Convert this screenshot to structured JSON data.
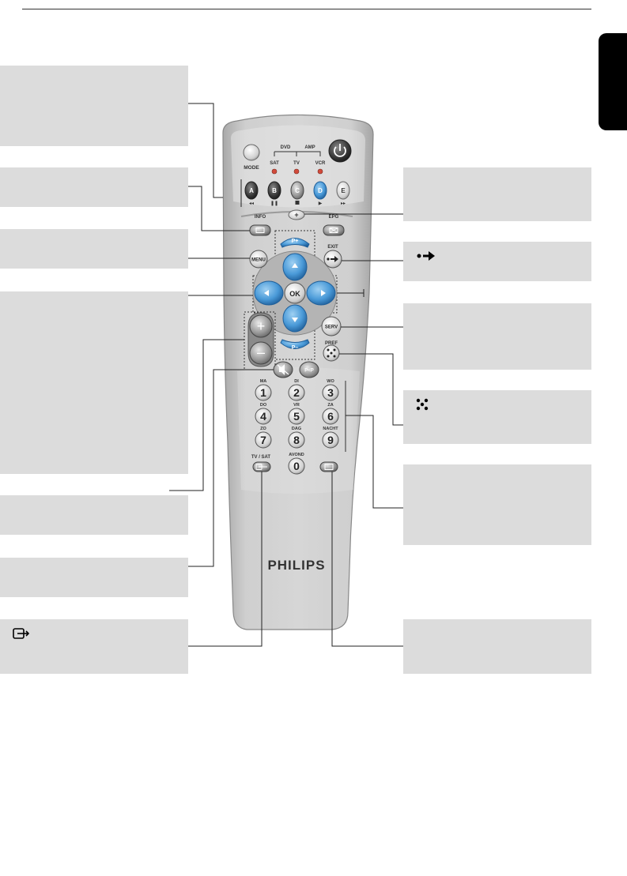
{
  "remote": {
    "brand": "PHILIPS",
    "labels": {
      "mode": "MODE",
      "dvd": "DVD",
      "amp": "AMP",
      "sat": "SAT",
      "tv": "TV",
      "vcr": "VCR",
      "info": "INFO",
      "epg": "EPG",
      "menu": "MENU",
      "exit": "EXIT",
      "ok": "OK",
      "serv": "SERV",
      "pref": "PREF",
      "p_plus": "P+",
      "p_minus": "P–",
      "p_p": "P<P",
      "tv_sat": "TV / SAT"
    },
    "color_keys": [
      "A",
      "B",
      "C",
      "D",
      "E"
    ],
    "number_keys": [
      {
        "digit": "1",
        "label": "MA"
      },
      {
        "digit": "2",
        "label": "DI"
      },
      {
        "digit": "3",
        "label": "WO"
      },
      {
        "digit": "4",
        "label": "DO"
      },
      {
        "digit": "5",
        "label": "VR"
      },
      {
        "digit": "6",
        "label": "ZA"
      },
      {
        "digit": "7",
        "label": "ZO"
      },
      {
        "digit": "8",
        "label": "DAG"
      },
      {
        "digit": "9",
        "label": "NACHT"
      },
      {
        "digit": "0",
        "label": "AVOND"
      }
    ]
  },
  "colors": {
    "callout_bg": "#dcdcdc",
    "remote_body": "#c9c9c9",
    "blue_key": "#4a9ad8",
    "dark_key": "#3a3a3a"
  }
}
